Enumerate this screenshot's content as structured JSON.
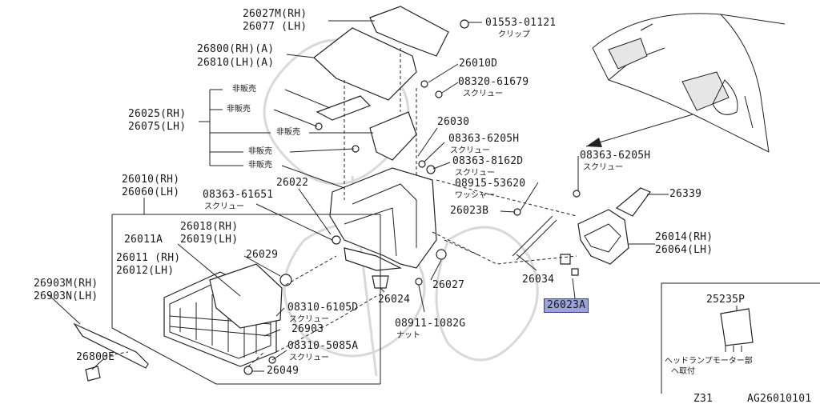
{
  "labels": {
    "l26027": "26027M(RH)",
    "l26077": "26077 (LH)",
    "l01553": "01553-01121",
    "l01553_sub": "クリップ",
    "l26800": "26800(RH)(A)",
    "l26810": "26810(LH)(A)",
    "l26010D": "26010D",
    "l08320": "08320-61679",
    "l08320_sub": "スクリュー",
    "nfs1": "非販売",
    "nfs2": "非販売",
    "nfs3": "非販売",
    "nfs4": "非販売",
    "nfs5": "非販売",
    "l26025": "26025(RH)",
    "l26075": "26075(LH)",
    "l26030": "26030",
    "l08363_6205a": "08363-6205H",
    "l08363_6205a_sub": "スクリュー",
    "l08363_8162": "08363-8162D",
    "l08363_8162_sub": "スクリュー",
    "l08915": "08915-53620",
    "l08915_sub": "ワッシャー",
    "l26022": "26022",
    "l26010": "26010(RH)",
    "l26060": "26060(LH)",
    "l08363_61651": "08363-61651",
    "l08363_61651_sub": "スクリュー",
    "l26023B": "26023B",
    "l08363_6205b": "08363-6205H",
    "l08363_6205b_sub": "スクリュー",
    "l26339": "26339",
    "l26018": "26018(RH)",
    "l26019": "26019(LH)",
    "l26011A": "26011A",
    "l26029": "26029",
    "l26014": "26014(RH)",
    "l26064": "26064(LH)",
    "l26011": "26011 (RH)",
    "l26012": "26012(LH)",
    "l26034": "26034",
    "l26903M": "26903M(RH)",
    "l26903N": "26903N(LH)",
    "l08310_6105": "08310-6105D",
    "l08310_6105_sub": "スクリュー",
    "l26027b": "26027",
    "l26024": "26024",
    "l26023A": "26023A",
    "l26903": "26903",
    "l08911": "08911-1082G",
    "l08911_sub": "ナット",
    "l08310_5085": "08310-5085A",
    "l08310_5085_sub": "スクリュー",
    "l26800E": "26800E",
    "l26049": "26049",
    "l25235P": "25235P",
    "inset_note1": "ヘッドランプモーター部",
    "inset_note2": "へ取付",
    "footer_model": "Z31",
    "footer_code": "AG26010101"
  },
  "colors": {
    "highlight": "#9aa3dc",
    "line": "#222222",
    "watermark": "#d9d9d9"
  }
}
